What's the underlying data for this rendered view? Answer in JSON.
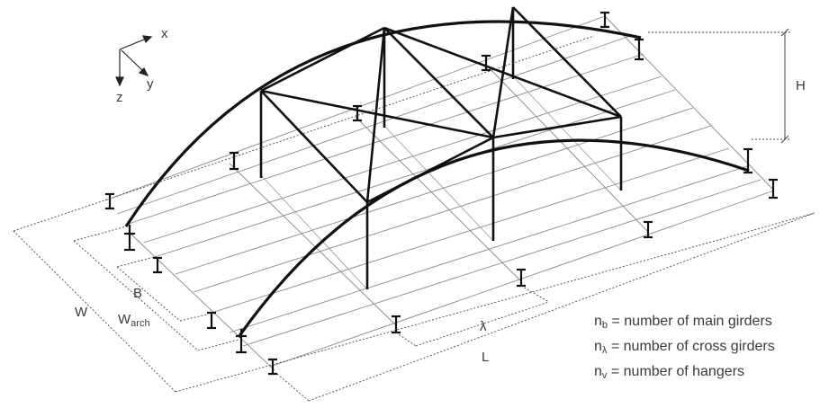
{
  "axes": {
    "x": "x",
    "y": "y",
    "z": "z"
  },
  "dimensions": {
    "H": "H",
    "W": "W",
    "B": "B",
    "W_arch_base": "W",
    "W_arch_sub": "arch",
    "lambda": "λ",
    "L": "L"
  },
  "legend": [
    {
      "base": "n",
      "sub": "b",
      "text": " = number of main girders"
    },
    {
      "base": "n",
      "sub": "λ",
      "text": " = number of cross girders"
    },
    {
      "base": "n",
      "sub": "v",
      "text": " = number of hangers"
    }
  ],
  "colors": {
    "structure": "#111111",
    "deck_lines": "#777777",
    "dim_lines": "#444444",
    "label": "#3a3a3a"
  }
}
